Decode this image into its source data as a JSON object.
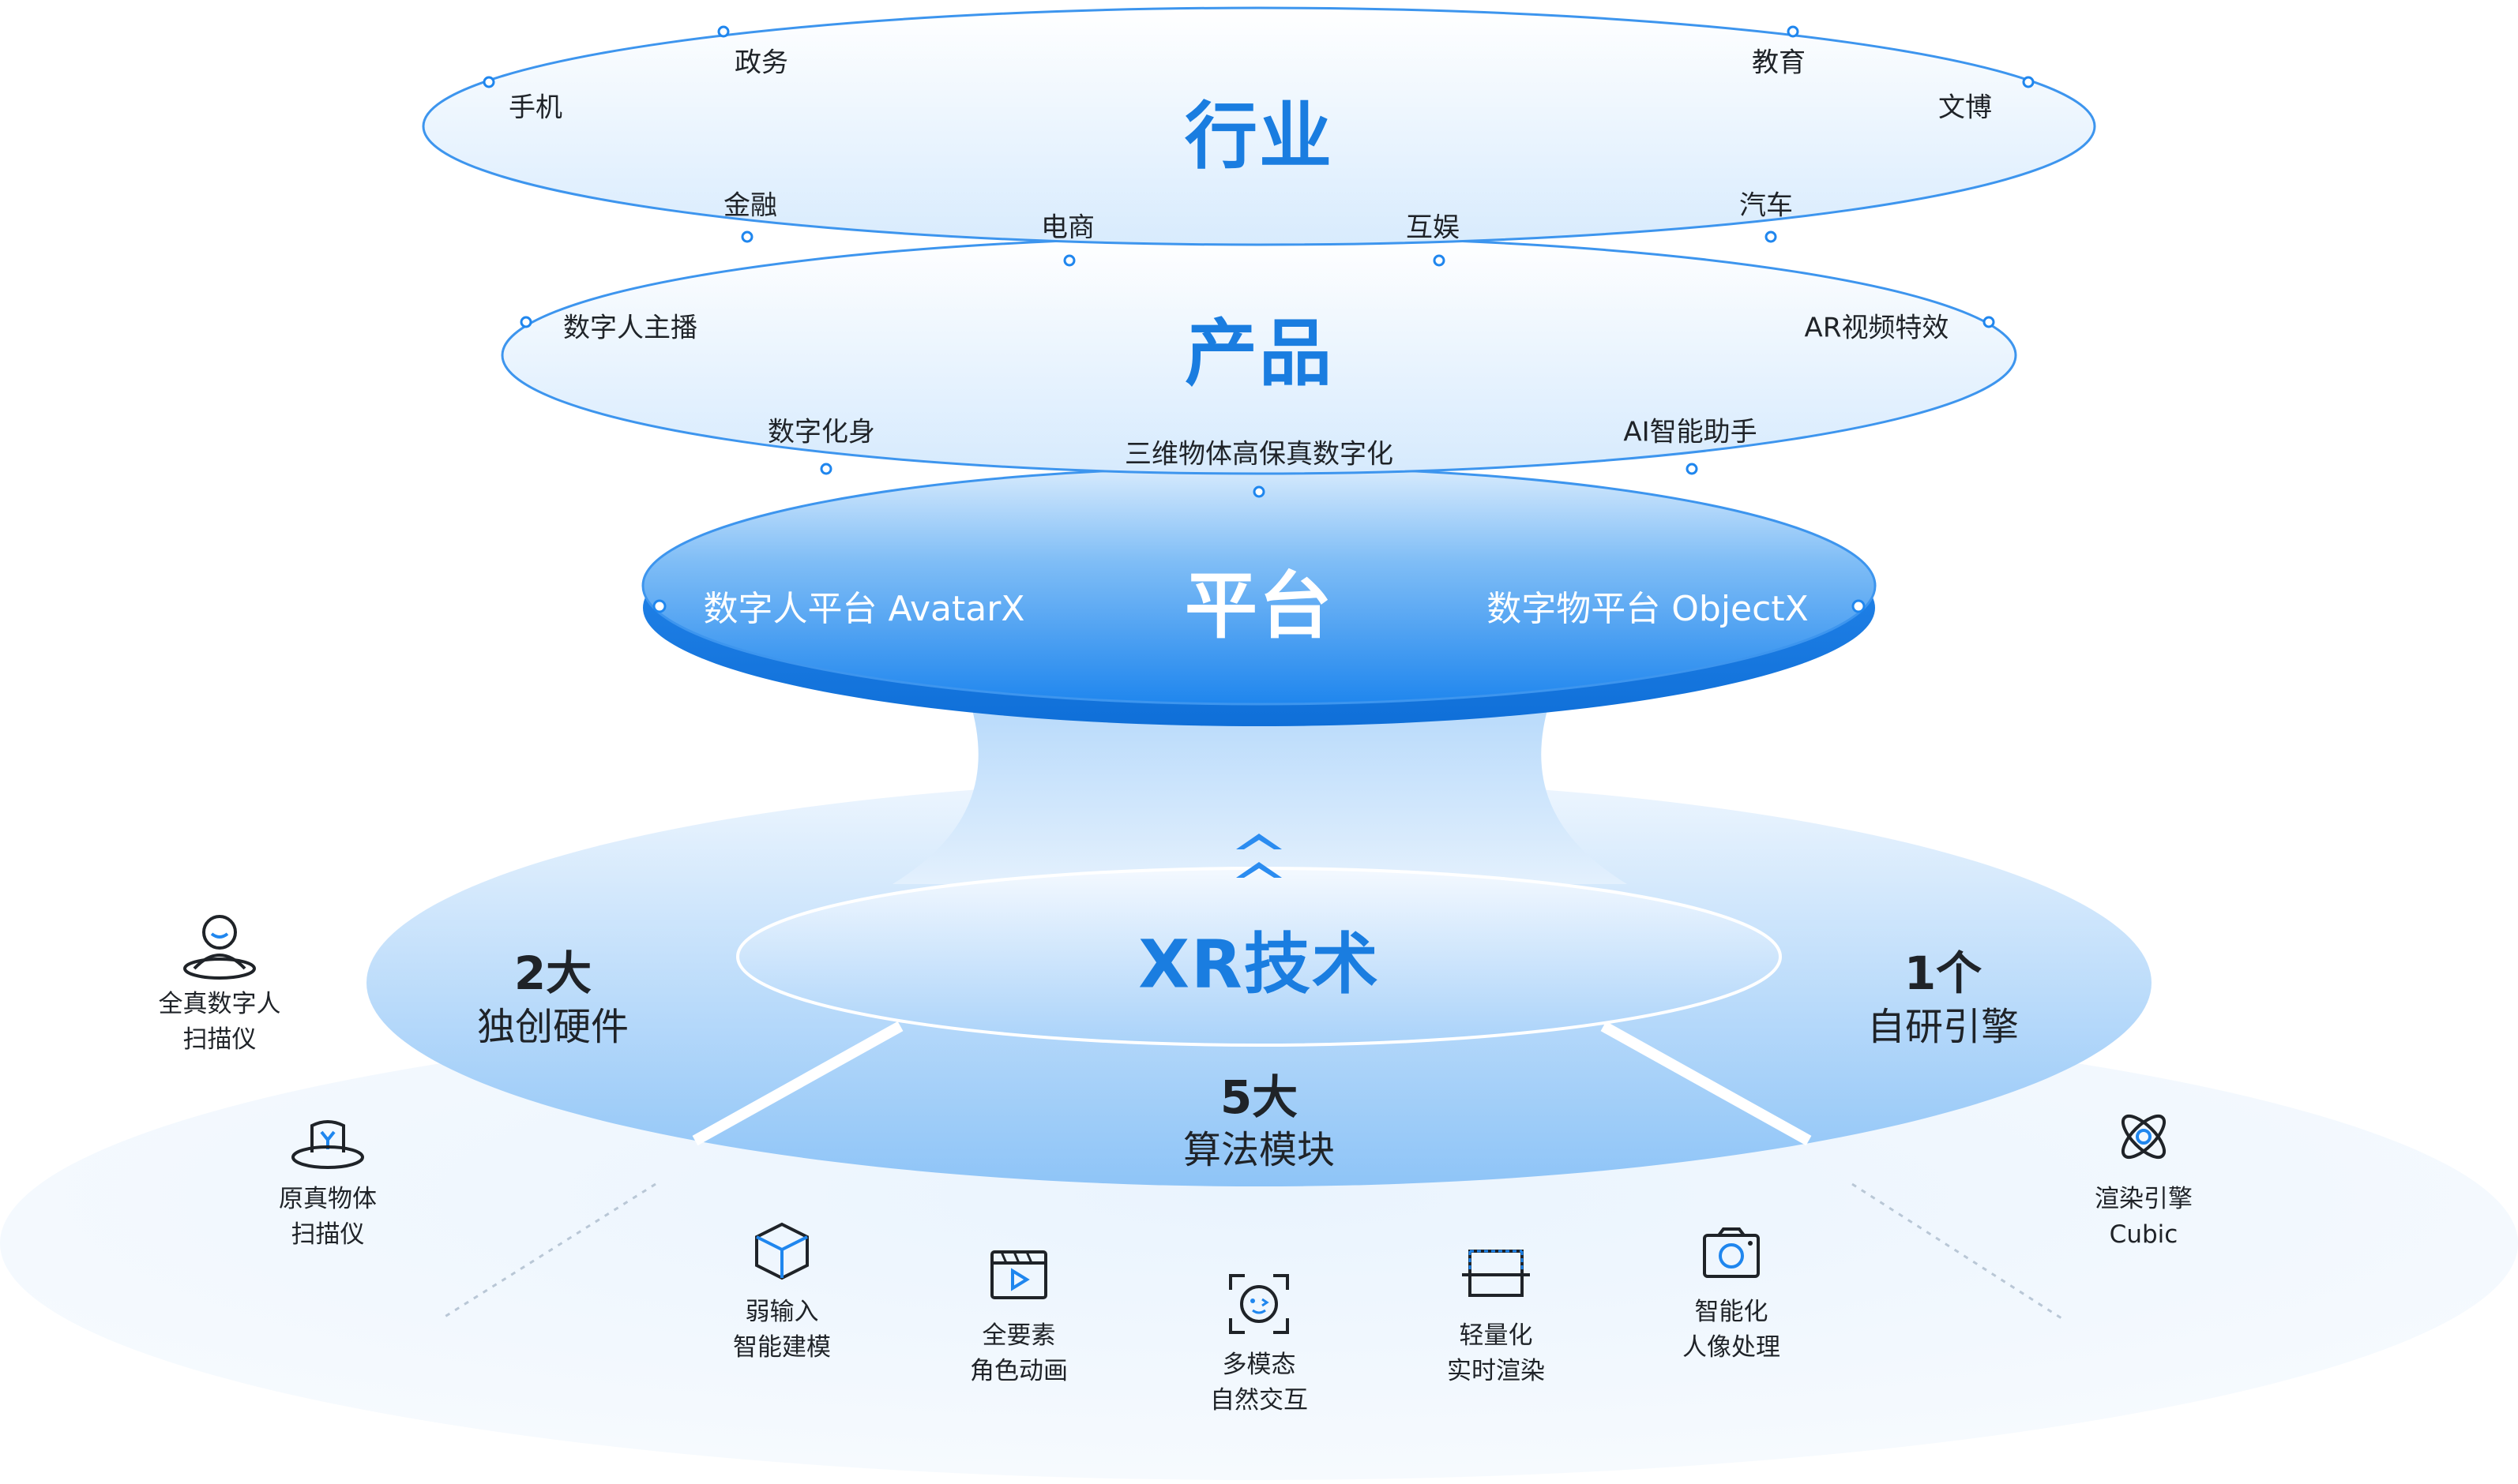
{
  "industry": {
    "title": "行业",
    "items": [
      "手机",
      "政务",
      "教育",
      "文博",
      "金融",
      "电商",
      "互娱",
      "汽车"
    ]
  },
  "product": {
    "title": "产品",
    "items": [
      "数字人主播",
      "AR视频特效",
      "数字化身",
      "三维物体高保真数字化",
      "AI智能助手"
    ]
  },
  "platform": {
    "title": "平台",
    "left": "数字人平台 AvatarX",
    "right": "数字物平台 ObjectX"
  },
  "tech": {
    "title": "XR技术",
    "left_num": "2大",
    "left_txt": "独创硬件",
    "center_num": "5大",
    "center_txt": "算法模块",
    "right_num": "1个",
    "right_txt": "自研引擎"
  },
  "hardware": [
    {
      "line1": "全真数字人",
      "line2": "扫描仪",
      "icon": "person-scanner-icon"
    },
    {
      "line1": "原真物体",
      "line2": "扫描仪",
      "icon": "object-scanner-icon"
    }
  ],
  "algorithms": [
    {
      "line1": "弱输入",
      "line2": "智能建模",
      "icon": "cube-icon"
    },
    {
      "line1": "全要素",
      "line2": "角色动画",
      "icon": "video-icon"
    },
    {
      "line1": "多模态",
      "line2": "自然交互",
      "icon": "face-scan-icon"
    },
    {
      "line1": "轻量化",
      "line2": "实时渲染",
      "icon": "render-frame-icon"
    },
    {
      "line1": "智能化",
      "line2": "人像处理",
      "icon": "camera-icon"
    }
  ],
  "engine": {
    "line1": "渲染引擎",
    "line2": "Cubic",
    "icon": "atom-icon"
  },
  "colors": {
    "accent": "#1a7de0",
    "platform_blue": "#2e8ff0",
    "light_blue": "#dcecfd",
    "outline": "#3d95ee"
  }
}
